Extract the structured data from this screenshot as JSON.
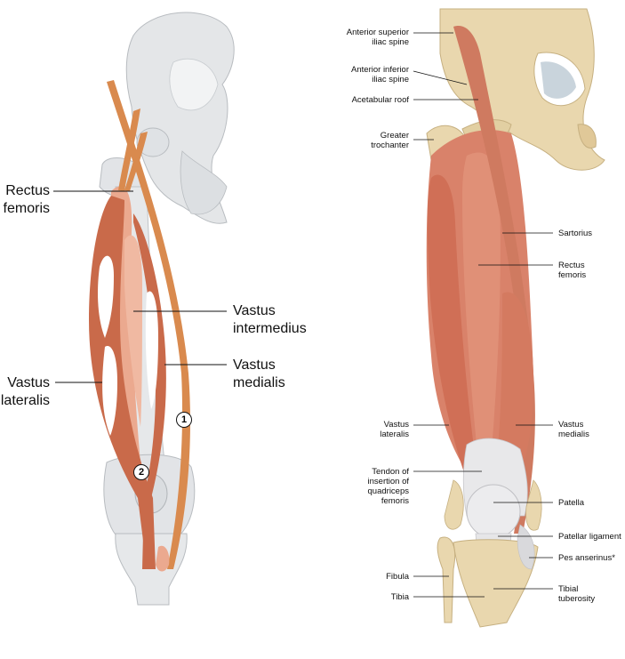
{
  "left_labels": {
    "rectus_femoris": [
      "Rectus",
      "femoris"
    ],
    "vastus_intermedius": [
      "Vastus",
      "intermedius"
    ],
    "vastus_medialis": [
      "Vastus",
      "medialis"
    ],
    "vastus_lateralis": [
      "Vastus",
      "lateralis"
    ],
    "marker_1": "1",
    "marker_2": "2"
  },
  "right_labels": {
    "anterior_superior_iliac_spine": [
      "Anterior superior",
      "iliac spine"
    ],
    "anterior_inferior_iliac_spine": [
      "Anterior inferior",
      "iliac spine"
    ],
    "acetabular_roof": [
      "Acetabular roof"
    ],
    "greater_trochanter": [
      "Greater",
      "trochanter"
    ],
    "sartorius": [
      "Sartorius"
    ],
    "rectus_femoris": [
      "Rectus",
      "femoris"
    ],
    "vastus_lateralis": [
      "Vastus",
      "lateralis"
    ],
    "vastus_medialis": [
      "Vastus",
      "medialis"
    ],
    "tendon_of_insertion": [
      "Tendon of",
      "insertion of",
      "quadriceps",
      "femoris"
    ],
    "patella": [
      "Patella"
    ],
    "patellar_ligament": [
      "Patellar ligament"
    ],
    "pes_anserinus": [
      "Pes anserinus*"
    ],
    "fibula": [
      "Fibula"
    ],
    "tibia": [
      "Tibia"
    ],
    "tibial_tuberosity": [
      "Tibial",
      "tuberosity"
    ]
  },
  "colors": {
    "bone": "#e4e6e8",
    "bone_outline": "#b8bcc0",
    "muscle_dark": "#c96a4a",
    "muscle_orange": "#d98a4e",
    "muscle_light": "#eba98f",
    "muscle_real": "#d9826a",
    "bone_real": "#e9d7ae",
    "tendon": "#e8e8ea"
  }
}
